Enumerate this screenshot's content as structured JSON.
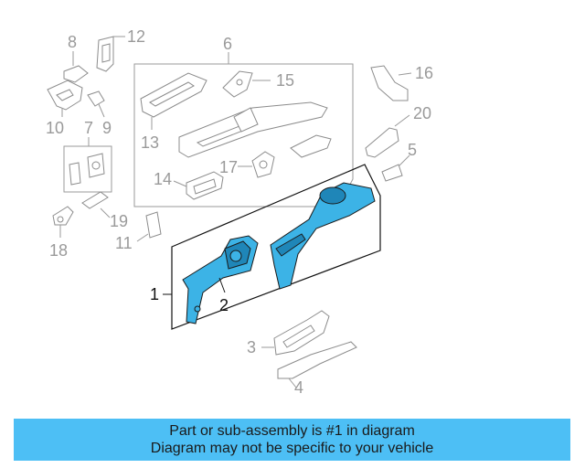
{
  "callouts": {
    "c1": "1",
    "c2": "2",
    "c3": "3",
    "c4": "4",
    "c5": "5",
    "c6": "6",
    "c7": "7",
    "c8": "8",
    "c9": "9",
    "c10": "10",
    "c11": "11",
    "c12": "12",
    "c13": "13",
    "c14": "14",
    "c15": "15",
    "c16": "16",
    "c17": "17",
    "c18": "18",
    "c19": "19",
    "c20": "20"
  },
  "banner": {
    "line1": "Part or sub-assembly is #1 in diagram",
    "line2": "Diagram may not be specific to your vehicle",
    "color": "#4dbff5"
  },
  "highlight_color": "#3cb3e6"
}
